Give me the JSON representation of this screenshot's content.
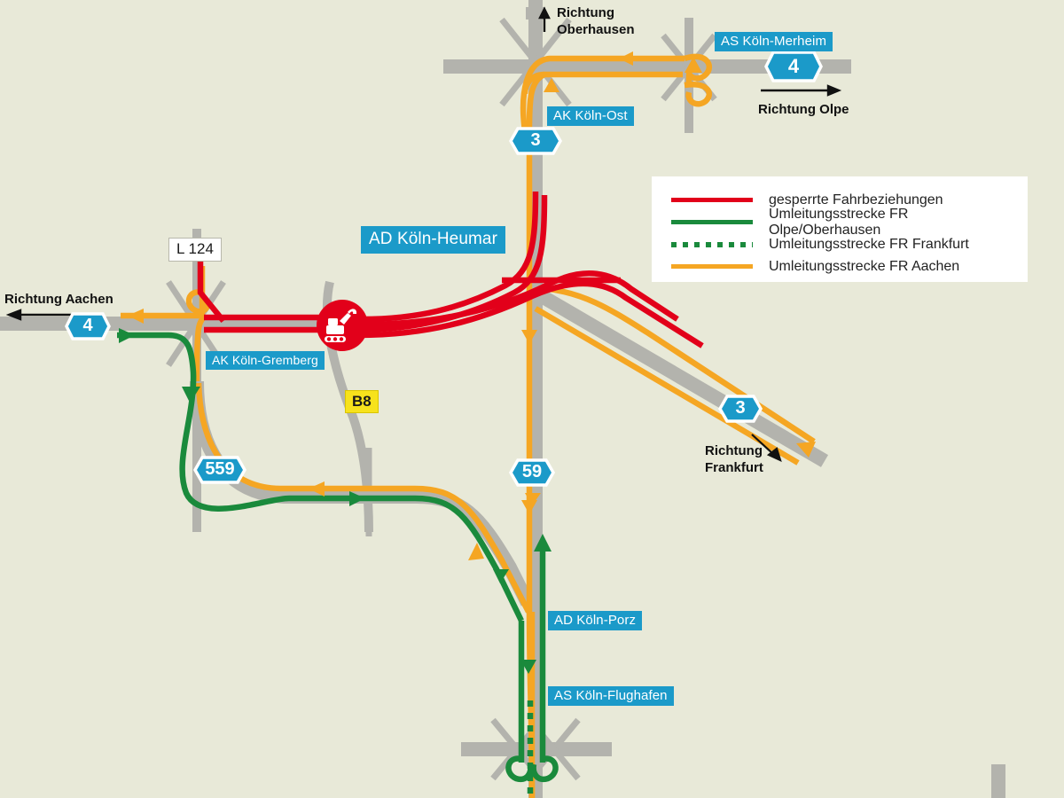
{
  "map": {
    "background_color": "#e8e9d8",
    "road_color": "#b3b3ad",
    "title_hidden": "Umleitungskarte AD Köln-Heumar"
  },
  "colors": {
    "closed_red": "#e2001a",
    "detour_green": "#1a8a3c",
    "detour_orange": "#f5a623",
    "shield_blue": "#1b9ac9",
    "plate_yellow": "#f7e21c",
    "road_grey": "#b3b3ad",
    "background": "#e8e9d8"
  },
  "legend": {
    "items": [
      {
        "style": "solid",
        "color": "#e2001a",
        "label": "gesperrte Fahrbeziehungen"
      },
      {
        "style": "solid",
        "color": "#1a8a3c",
        "label": "Umleitungsstrecke FR Olpe/Oberhausen"
      },
      {
        "style": "dotted",
        "color": "#1a8a3c",
        "label": "Umleitungsstrecke FR Frankfurt"
      },
      {
        "style": "solid",
        "color": "#f5a623",
        "label": "Umleitungsstrecke FR Aachen"
      }
    ]
  },
  "junction_labels": [
    {
      "name": "as-koeln-merheim",
      "text": "AS Köln-Merheim"
    },
    {
      "name": "ak-koeln-ost",
      "text": "AK Köln-Ost"
    },
    {
      "name": "ad-koeln-heumar",
      "text": "AD Köln-Heumar"
    },
    {
      "name": "ak-koeln-gremberg",
      "text": "AK Köln-Gremberg"
    },
    {
      "name": "ad-koeln-porz",
      "text": "AD Köln-Porz"
    },
    {
      "name": "as-koeln-flughafen",
      "text": "AS Köln-Flughafen"
    }
  ],
  "road_shields": [
    {
      "name": "shield-a4-east",
      "number": "4"
    },
    {
      "name": "shield-a3-north",
      "number": "3"
    },
    {
      "name": "shield-a4-west",
      "number": "4"
    },
    {
      "name": "shield-a559",
      "number": "559"
    },
    {
      "name": "shield-a59",
      "number": "59"
    },
    {
      "name": "shield-a3-south",
      "number": "3"
    }
  ],
  "road_plates": [
    {
      "name": "plate-l124",
      "text": "L 124",
      "kind": "white"
    },
    {
      "name": "plate-b8",
      "text": "B8",
      "kind": "yellow"
    }
  ],
  "direction_labels": [
    {
      "name": "dir-oberhausen",
      "line1": "Richtung",
      "line2": "Oberhausen",
      "arrow": "up"
    },
    {
      "name": "dir-olpe",
      "line1": "Richtung Olpe",
      "line2": "",
      "arrow": "right"
    },
    {
      "name": "dir-aachen",
      "line1": "Richtung Aachen",
      "line2": "",
      "arrow": "left"
    },
    {
      "name": "dir-frankfurt",
      "line1": "Richtung",
      "line2": "Frankfurt",
      "arrow": "down-right"
    }
  ],
  "incident": {
    "name": "roadworks-marker",
    "icon": "excavator-icon",
    "color": "#e2001a"
  }
}
